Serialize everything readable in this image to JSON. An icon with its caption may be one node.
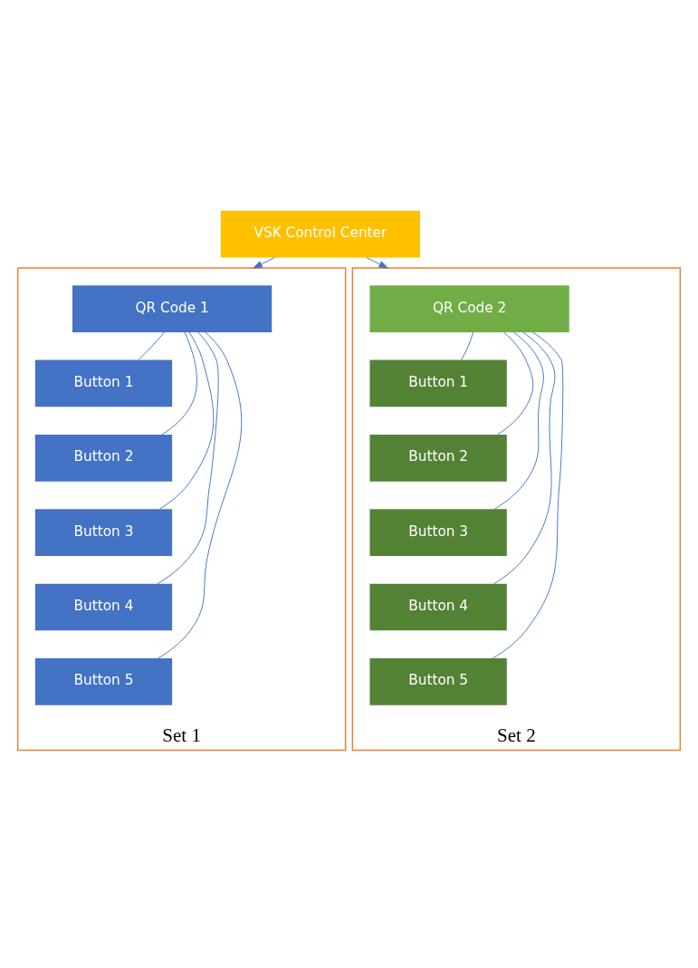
{
  "diagram": {
    "nodes": [
      {
        "text": [
          "VSK Control Center"
        ]
      },
      {
        "text": [
          "Set 1"
        ]
      },
      {
        "text": [
          "QR Code 1"
        ],
        "in": 1
      },
      {
        "text": [
          "Button 1"
        ],
        "in": 1
      },
      {
        "text": [
          "Button 2"
        ],
        "in": 1
      },
      {
        "text": [
          "Button 3"
        ],
        "in": 1
      },
      {
        "text": [
          "Button 4"
        ],
        "in": 1
      },
      {
        "text": [
          "Button 5"
        ],
        "in": 1
      },
      {
        "text": [
          "Set 2"
        ]
      },
      {
        "text": [
          "QR Code 2"
        ],
        "in": 8
      },
      {
        "text": [
          "Button 1"
        ],
        "in": 8
      },
      {
        "text": [
          "Button 2"
        ],
        "in": 8
      },
      {
        "text": [
          "Button 3"
        ],
        "in": 8
      },
      {
        "text": [
          "Button 4"
        ],
        "in": 8
      },
      {
        "text": [
          "Button 5"
        ],
        "in": 8
      }
    ],
    "edges": [
      {
        "from": 0,
        "to": 1,
        "arrow": "to"
      },
      {
        "from": 0,
        "to": 8,
        "arrow": "to"
      },
      {
        "from": 2,
        "to": 3,
        "arrow": "none"
      },
      {
        "from": 2,
        "to": 4,
        "arrow": "none"
      },
      {
        "from": 2,
        "to": 5,
        "arrow": "none"
      },
      {
        "from": 2,
        "to": 6,
        "arrow": "none"
      },
      {
        "from": 2,
        "to": 7,
        "arrow": "none"
      },
      {
        "from": 9,
        "to": 10,
        "arrow": "none"
      },
      {
        "from": 9,
        "to": 11,
        "arrow": "none"
      },
      {
        "from": 9,
        "to": 12,
        "arrow": "none"
      },
      {
        "from": 9,
        "to": 13,
        "arrow": "none"
      },
      {
        "from": 9,
        "to": 14,
        "arrow": "none"
      }
    ]
  }
}
